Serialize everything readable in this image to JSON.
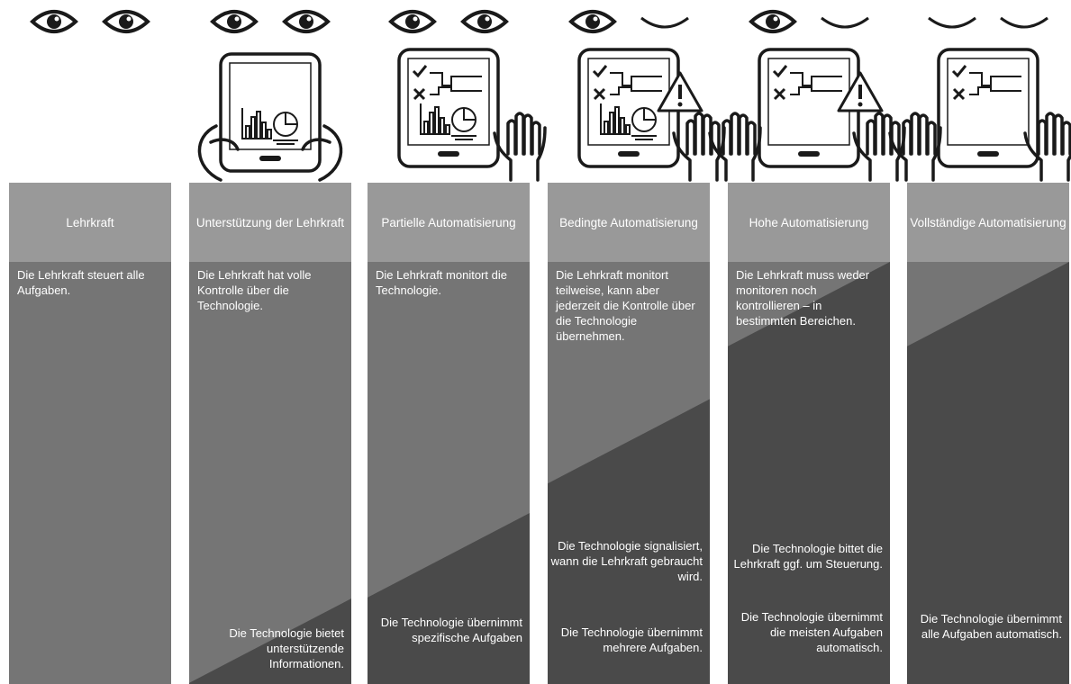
{
  "levels": [
    {
      "heading": "Lehrkraft",
      "teacher_text": "Die Lehrkraft steuert alle Aufgaben.",
      "tech_texts": [],
      "split": 0,
      "eyes_open": [
        true,
        true
      ],
      "hands_holding": true,
      "warning": false,
      "screen": "none"
    },
    {
      "heading": "Unterstützung der Lehrkraft",
      "teacher_text": "Die Lehrkraft hat volle Kontrolle über die Technologie.",
      "tech_texts": [
        "Die Technologie bietet unterstützende Informationen."
      ],
      "split": 0.15,
      "eyes_open": [
        true,
        true
      ],
      "hands_holding": true,
      "warning": false,
      "screen": "charts"
    },
    {
      "heading": "Partielle Automatisierung",
      "teacher_text": "Die Lehrkraft monitort die Technologie.",
      "tech_texts": [
        "Die Technologie übernimmt spezifische Aufgaben"
      ],
      "split": 0.3,
      "eyes_open": [
        true,
        true
      ],
      "hands_holding": false,
      "warning": false,
      "screen": "flow-charts"
    },
    {
      "heading": "Bedingte Automatisierung",
      "teacher_text": "Die Lehrkraft monitort teilweise, kann aber jederzeit die Kontrolle über die Technologie übernehmen.",
      "tech_texts": [
        "Die Technologie signalisiert, wann die Lehrkraft gebraucht wird.",
        "Die Technologie übernimmt mehrere Aufgaben."
      ],
      "split": 0.5,
      "eyes_open": [
        true,
        false
      ],
      "hands_holding": false,
      "warning": true,
      "screen": "flow-charts"
    },
    {
      "heading": "Hohe Automatisierung",
      "teacher_text": "Die Lehrkraft muss weder monitoren noch kontrollieren – in bestimmten Bereichen.",
      "tech_texts": [
        "Die Technologie bittet die Lehrkraft ggf. um Steuerung.",
        "Die Technologie übernimmt die meisten Aufgaben automatisch."
      ],
      "split": 0.82,
      "eyes_open": [
        true,
        false
      ],
      "hands_holding": false,
      "warning": true,
      "screen": "flow"
    },
    {
      "heading": "Vollständige Automatisierung",
      "teacher_text": "",
      "tech_texts": [
        "Die Technologie übernimmt alle Aufgaben automatisch."
      ],
      "split": 1,
      "eyes_open": [
        false,
        false
      ],
      "hands_holding": false,
      "warning": false,
      "screen": "flow"
    }
  ],
  "colors": {
    "heading_bg": "#999999",
    "teacher_bg": "#757575",
    "technology_bg": "#4a4a4a",
    "text": "#ffffff"
  }
}
